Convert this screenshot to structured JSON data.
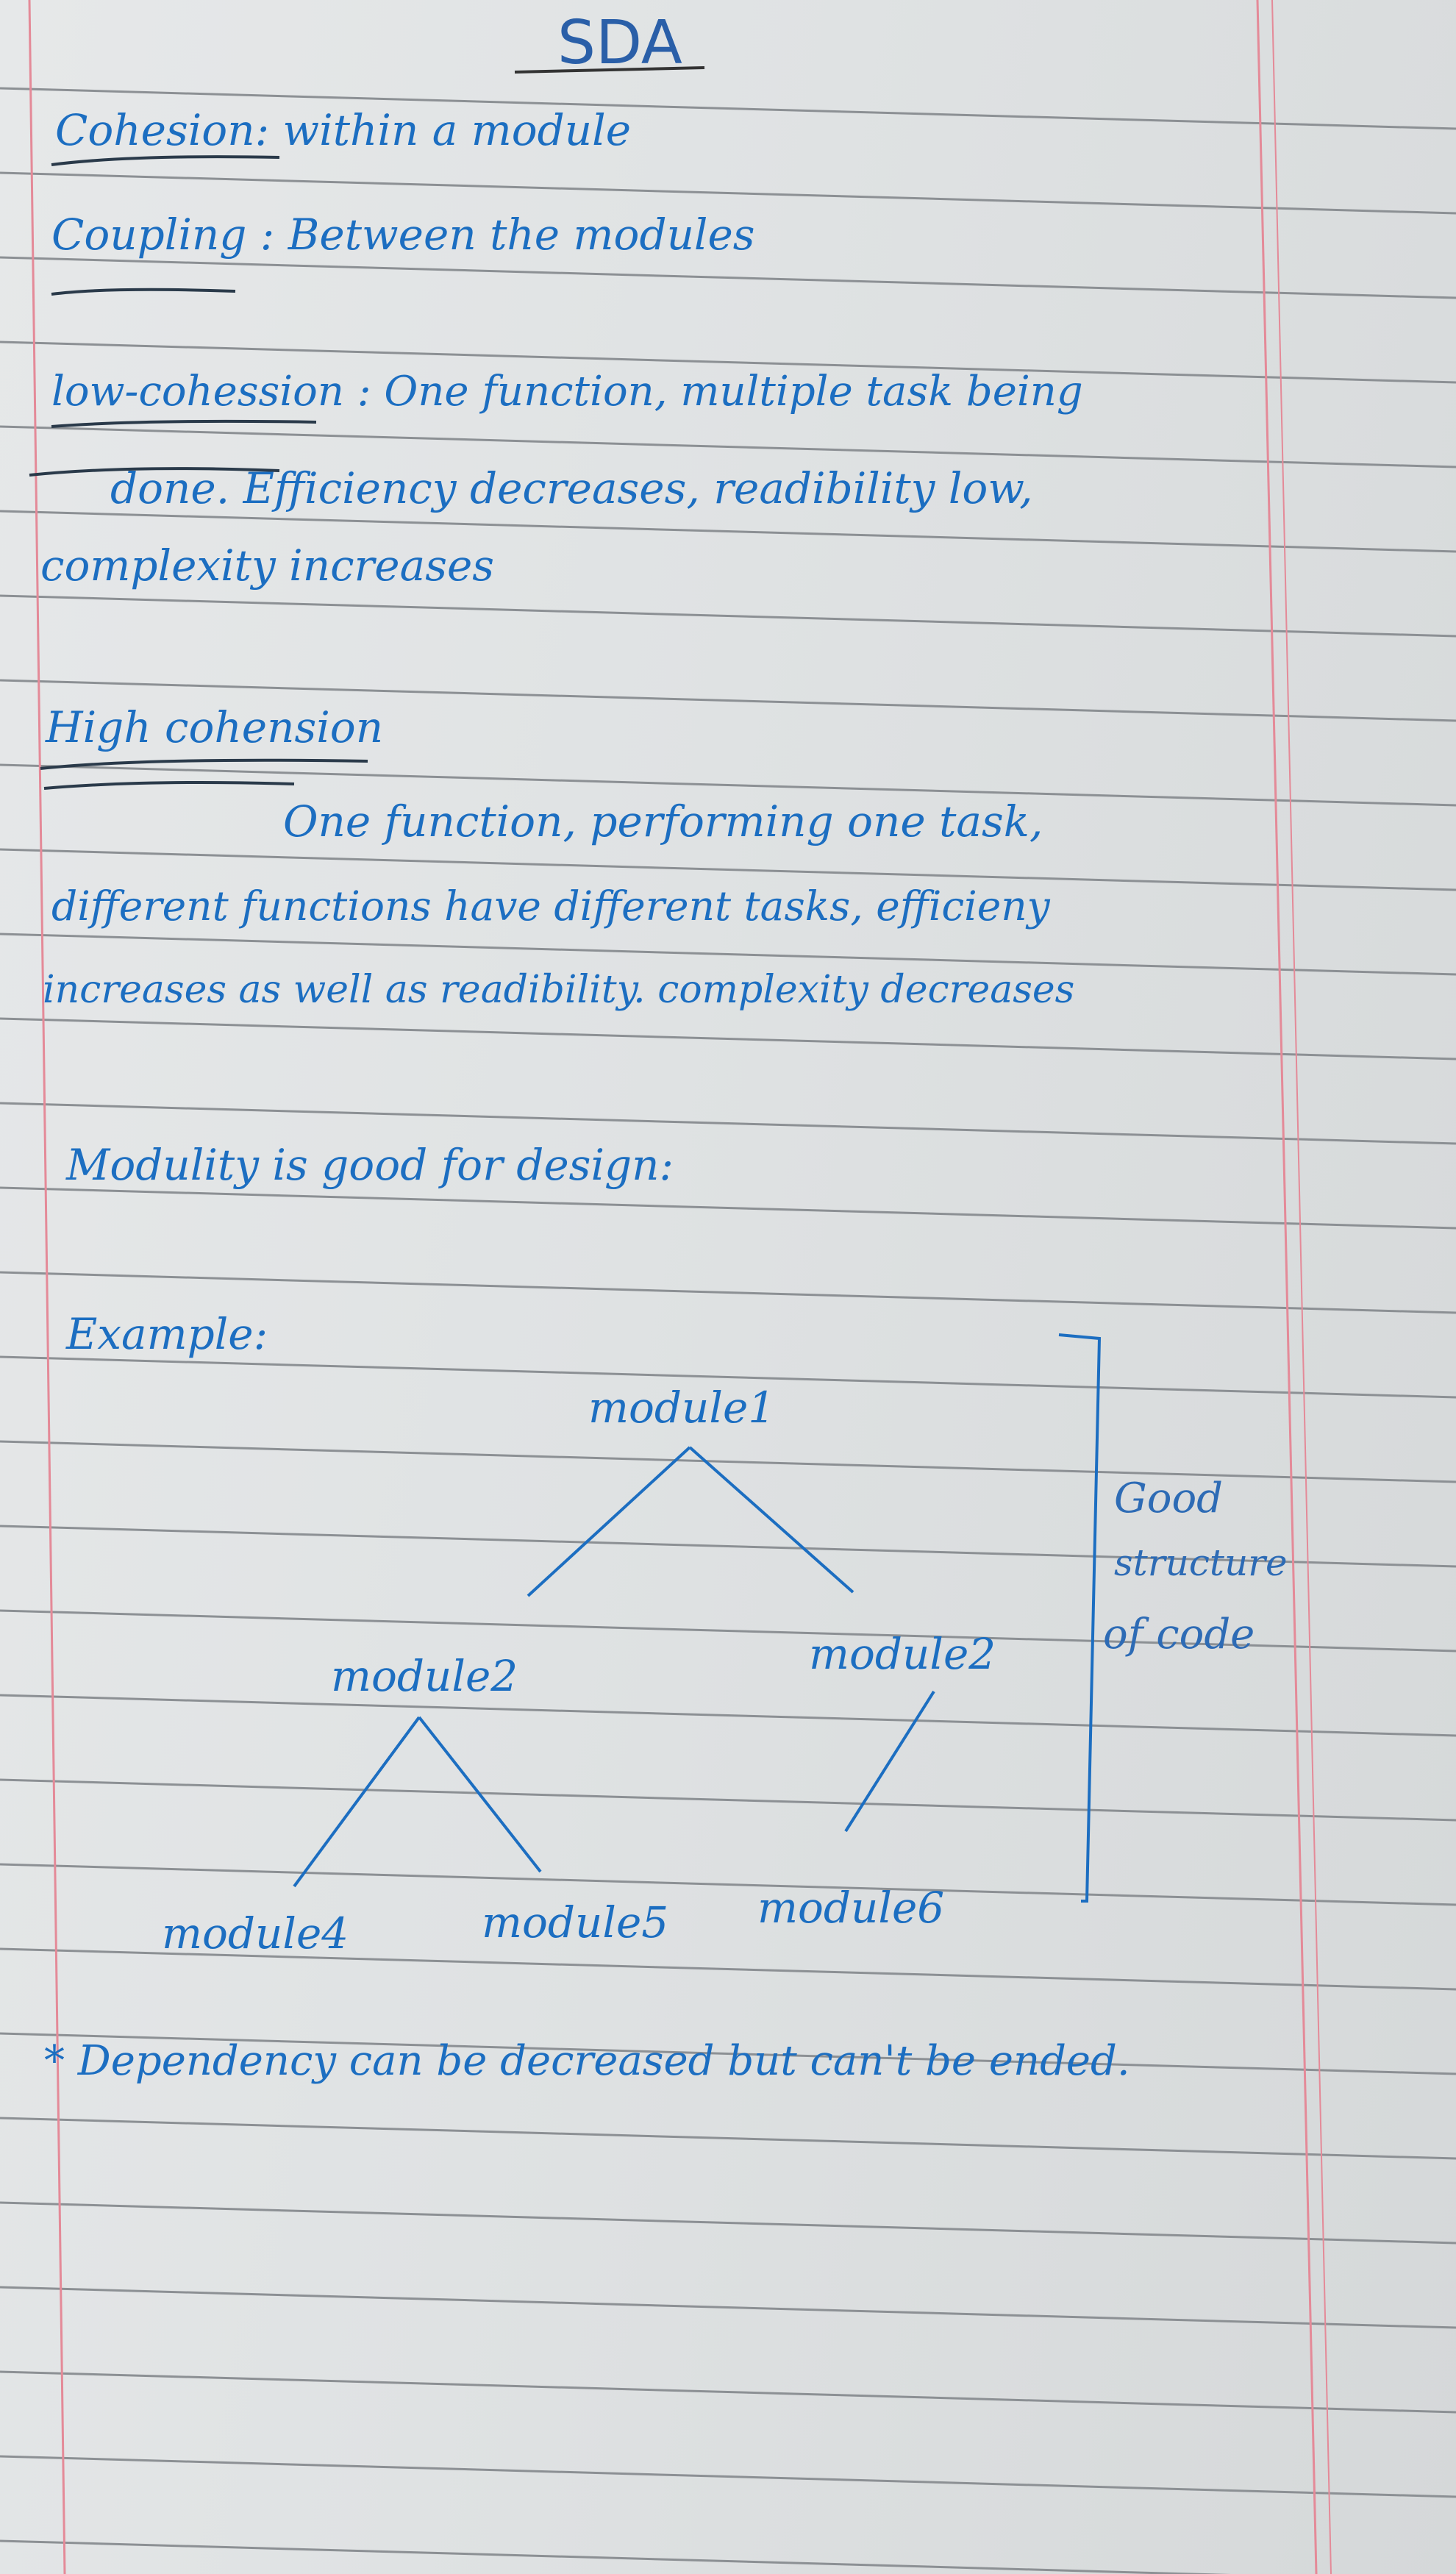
{
  "title": "SDA",
  "lines": {
    "cohesion": "Cohesion: within a module",
    "coupling": "Coupling :   Between the modules",
    "low_1": "low-cohession :  One function, multiple task being",
    "low_2": "done. Efficiency decreases, readibility low,",
    "low_3": "complexity increases",
    "high_head": "High cohension",
    "high_1": "One function, performing one task,",
    "high_2": "different functions have different tasks, efficieny",
    "high_3": "increases as well as readibility. complexity decreases",
    "modularity": "Modulity is good for design:",
    "example": "Example:",
    "dependency": "* Dependency can be decreased but can't be ended."
  },
  "diagram": {
    "root": "module1",
    "left": "module2",
    "right": "module2",
    "ll": "module4",
    "lr": "module5",
    "rr": "module6",
    "side_note": [
      "Good",
      "structure",
      "of code"
    ]
  },
  "colors": {
    "ink": "#1c6ec1",
    "rule": "#8a8f93",
    "margin": "#e68a96"
  }
}
